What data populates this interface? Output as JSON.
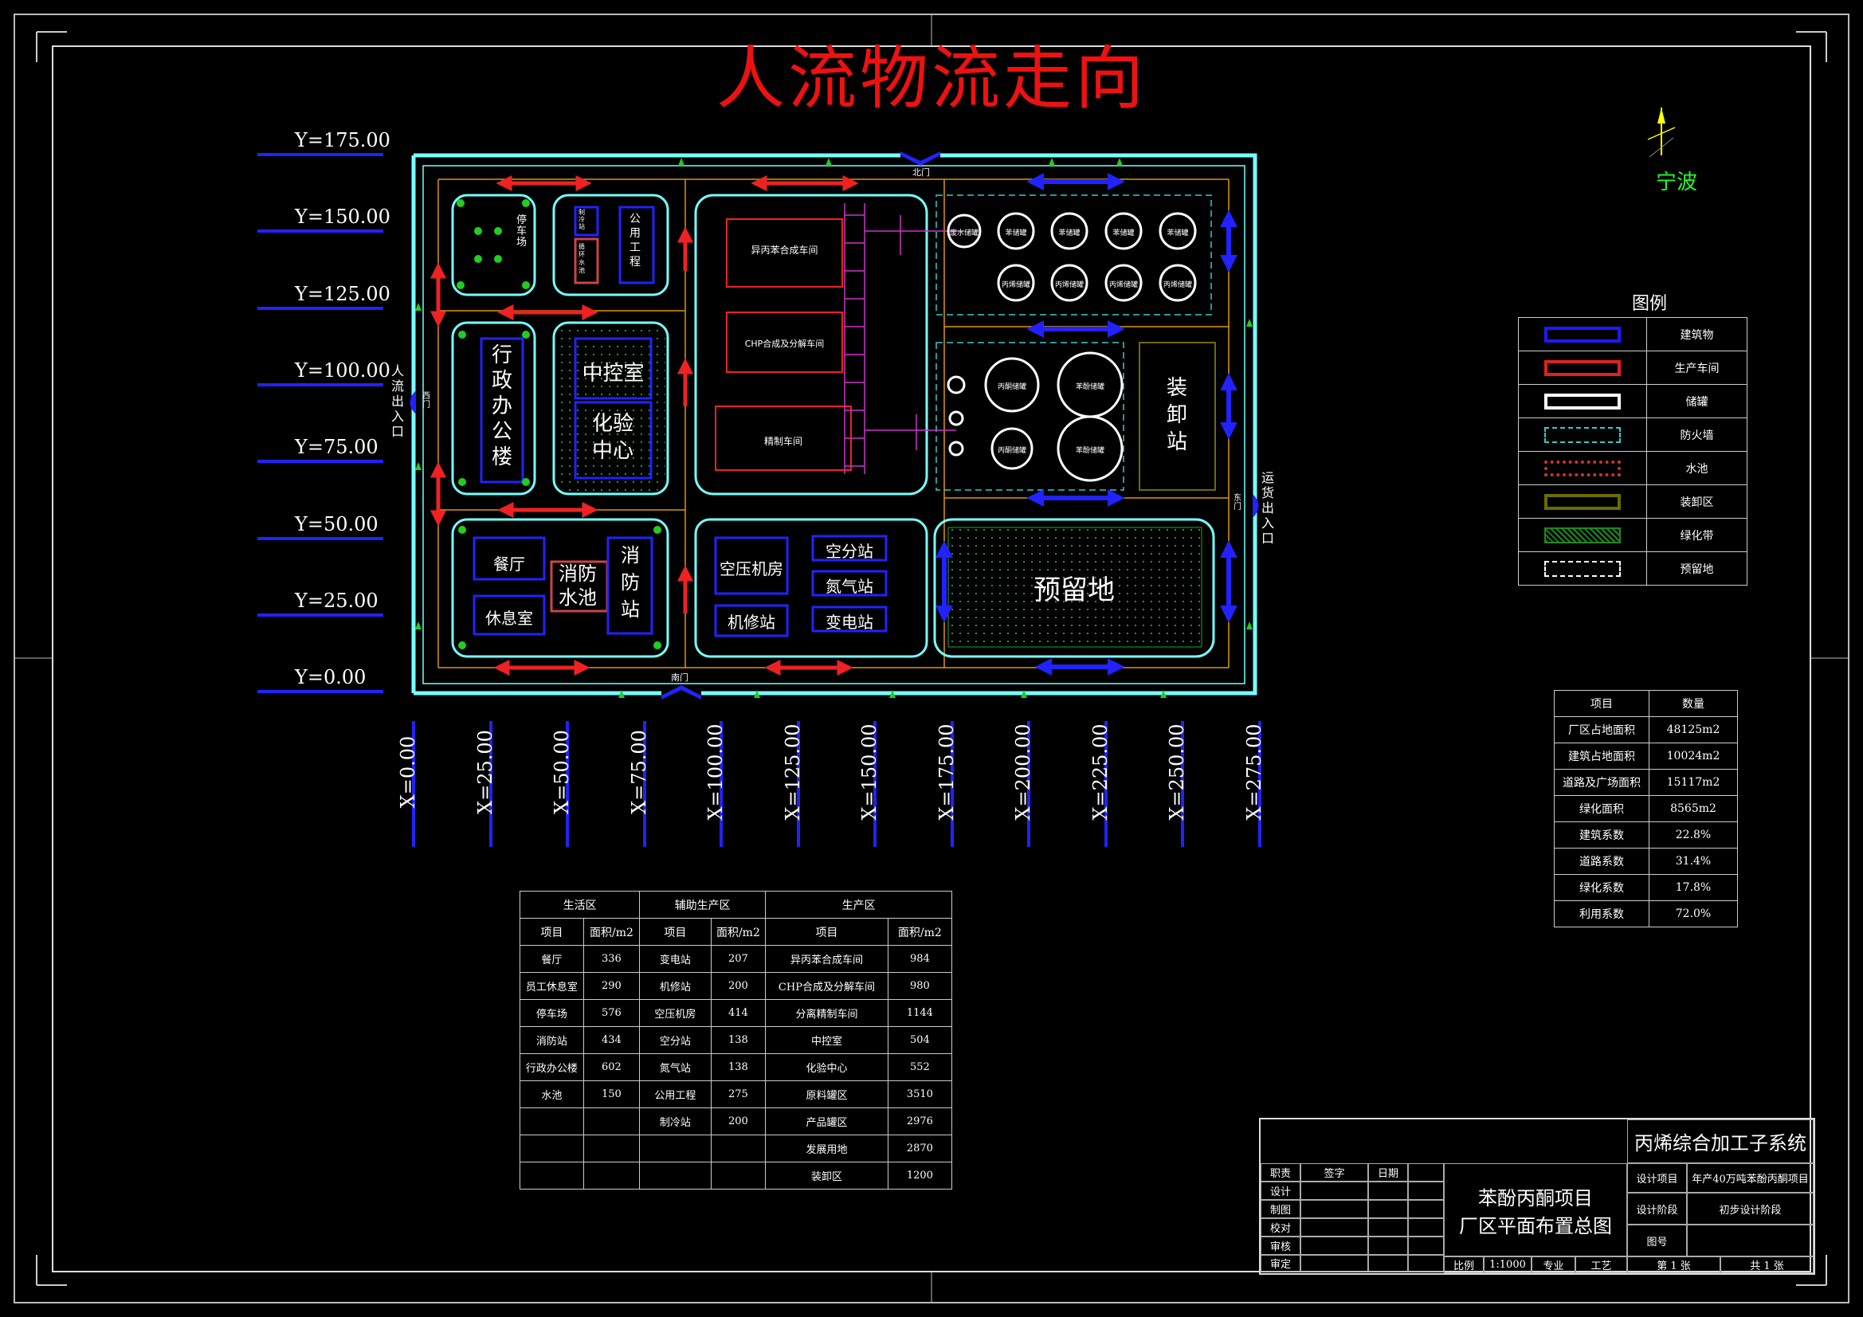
{
  "title": "人流物流走向",
  "compass": {
    "city": "宁波"
  },
  "grid": {
    "y_labels": [
      "Y=175.00",
      "Y=150.00",
      "Y=125.00",
      "Y=100.00",
      "Y=75.00",
      "Y=50.00",
      "Y=25.00",
      "Y=0.00"
    ],
    "x_labels": [
      "X=0.00",
      "X=25.00",
      "X=50.00",
      "X=75.00",
      "X=100.00",
      "X=125.00",
      "X=150.00",
      "X=175.00",
      "X=200.00",
      "X=225.00",
      "X=250.00",
      "X=275.00"
    ]
  },
  "gates": {
    "north": "北门",
    "south": "南门",
    "west": "西门",
    "east": "东门",
    "people_entrance": "人流出入口",
    "cargo_entrance": "运货出入口"
  },
  "buildings": {
    "parking": "停车场",
    "refrigeration": "制冷站",
    "water_cycle": "循环水池",
    "utility": "公用工程",
    "cumene_workshop": "异丙苯合成车间",
    "chp_workshop": "CHP合成及分解车间",
    "refining_workshop": "精制车间",
    "admin": "行政办公楼",
    "control_room": "中控室",
    "lab": "化验中心",
    "loading_station": "装卸站",
    "canteen": "餐厅",
    "lounge": "休息室",
    "fire_pool": "消防水池",
    "fire_station": "消防站",
    "air_compressor": "空压机房",
    "air_separation": "空分站",
    "nitrogen": "氮气站",
    "repair": "机修站",
    "substation": "变电站",
    "reserved": "预留地"
  },
  "tanks": {
    "row1": [
      "废水储罐",
      "苯储罐",
      "苯储罐",
      "苯储罐",
      "苯储罐"
    ],
    "row2": [
      "丙烯储罐",
      "丙烯储罐",
      "丙烯储罐",
      "丙烯储罐"
    ],
    "row3": [
      "丙酮储罐",
      "苯酚储罐"
    ],
    "row4": [
      "丙酮储罐",
      "苯酚储罐"
    ]
  },
  "legend": {
    "title": "图例",
    "items": [
      {
        "label": "建筑物",
        "color": "#1a1aff",
        "style": "solid"
      },
      {
        "label": "生产车间",
        "color": "#e02020",
        "style": "solid"
      },
      {
        "label": "储罐",
        "color": "#ffffff",
        "style": "solid"
      },
      {
        "label": "防火墙",
        "color": "#3cc",
        "style": "dashed"
      },
      {
        "label": "水池",
        "color": "#c33",
        "style": "dotted"
      },
      {
        "label": "装卸区",
        "color": "#6b6b00",
        "style": "solid"
      },
      {
        "label": "绿化带",
        "color": "#1c8a1c",
        "style": "hatch"
      },
      {
        "label": "预留地",
        "color": "#ffffff",
        "style": "dashed"
      }
    ]
  },
  "stats": {
    "headers": [
      "项目",
      "数量"
    ],
    "rows": [
      [
        "厂区占地面积",
        "48125m2"
      ],
      [
        "建筑占地面积",
        "10024m2"
      ],
      [
        "道路及广场面积",
        "15117m2"
      ],
      [
        "绿化面积",
        "8565m2"
      ],
      [
        "建筑系数",
        "22.8%"
      ],
      [
        "道路系数",
        "31.4%"
      ],
      [
        "绿化系数",
        "17.8%"
      ],
      [
        "利用系数",
        "72.0%"
      ]
    ]
  },
  "area_table": {
    "groups": [
      "生活区",
      "辅助生产区",
      "生产区"
    ],
    "subheaders": [
      "项目",
      "面积/m2",
      "项目",
      "面积/m2",
      "项目",
      "面积/m2"
    ],
    "rows": [
      [
        "餐厅",
        "336",
        "变电站",
        "207",
        "异丙苯合成车间",
        "984"
      ],
      [
        "员工休息室",
        "290",
        "机修站",
        "200",
        "CHP合成及分解车间",
        "980"
      ],
      [
        "停车场",
        "576",
        "空压机房",
        "414",
        "分离精制车间",
        "1144"
      ],
      [
        "消防站",
        "434",
        "空分站",
        "138",
        "中控室",
        "504"
      ],
      [
        "行政办公楼",
        "602",
        "氮气站",
        "138",
        "化验中心",
        "552"
      ],
      [
        "水池",
        "150",
        "公用工程",
        "275",
        "原料罐区",
        "3510"
      ],
      [
        "",
        "",
        "制冷站",
        "200",
        "产品罐区",
        "2976"
      ],
      [
        "",
        "",
        "",
        "",
        "发展用地",
        "2870"
      ],
      [
        "",
        "",
        "",
        "",
        "装卸区",
        "1200"
      ]
    ]
  },
  "title_block": {
    "system": "丙烯综合加工子系统",
    "project_name": "苯酚丙酮项目",
    "drawing_name": "厂区平面布置总图",
    "roles": [
      "职责",
      "设计",
      "制图",
      "校对",
      "审核",
      "审定"
    ],
    "sign": "签字",
    "date": "日期",
    "design_project_label": "设计项目",
    "design_project_value": "年产40万吨苯酚丙酮项目",
    "design_stage_label": "设计阶段",
    "design_stage_value": "初步设计阶段",
    "drawing_no_label": "图号",
    "scale_label": "比例",
    "scale_value": "1:1000",
    "specialty_label": "专业",
    "specialty_value": "工艺",
    "sheet": "第 1 张",
    "total": "共 1 张"
  }
}
